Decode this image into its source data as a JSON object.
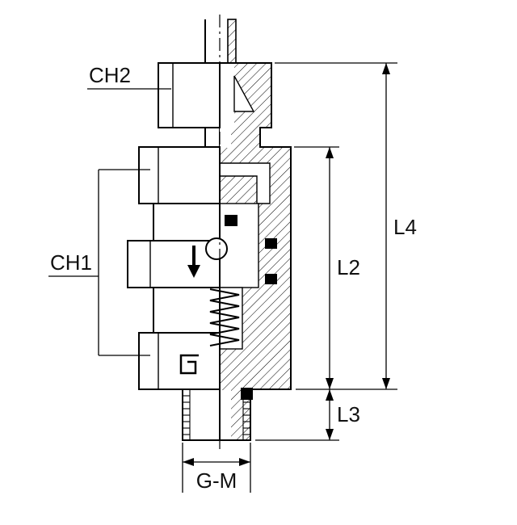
{
  "diagram": {
    "labels": {
      "ch2": "CH2",
      "ch1": "CH1",
      "l2": "L2",
      "l3": "L3",
      "l4": "L4",
      "gm": "G-M"
    },
    "colors": {
      "line": "#000000",
      "background": "#ffffff"
    }
  }
}
